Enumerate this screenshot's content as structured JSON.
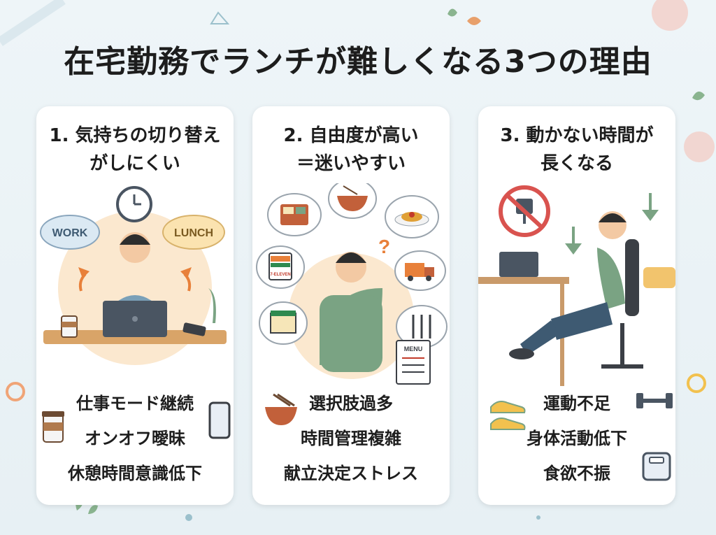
{
  "title": "在宅勤務でランチが難しくなる3つの理由",
  "cards": [
    {
      "heading_line1": "1. 気持ちの切り替え",
      "heading_line2": "がしにくい",
      "bubble_left": "WORK",
      "bubble_right": "LUNCH",
      "points": [
        "仕事モード継続",
        "オンオフ曖昧",
        "休憩時間意識低下"
      ]
    },
    {
      "heading_line1": "2. 自由度が高い",
      "heading_line2": "＝迷いやすい",
      "store_label": "7-ELEVEN",
      "menu_label": "MENU",
      "points": [
        "選択肢過多",
        "時間管理複雑",
        "献立決定ストレス"
      ]
    },
    {
      "heading_line1": "3. 動かない時間が",
      "heading_line2": "長くなる",
      "points": [
        "運動不足",
        "身体活動低下",
        "食欲不振"
      ]
    }
  ],
  "colors": {
    "background": "#eef5f8",
    "card": "#ffffff",
    "accent_orange": "#e8803a",
    "accent_green": "#7aa383",
    "prohibit_red": "#d9534f"
  },
  "icons": [
    "clock-icon",
    "laptop-icon",
    "coffee-cup-icon",
    "smartphone-icon",
    "bento-icon",
    "ramen-icon",
    "pasta-icon",
    "convenience-store-icon",
    "delivery-truck-icon",
    "cutlery-icon",
    "menu-icon",
    "no-chair-icon",
    "down-arrow-icon",
    "sofa-icon",
    "sneakers-icon",
    "dumbbell-icon",
    "scale-icon"
  ]
}
